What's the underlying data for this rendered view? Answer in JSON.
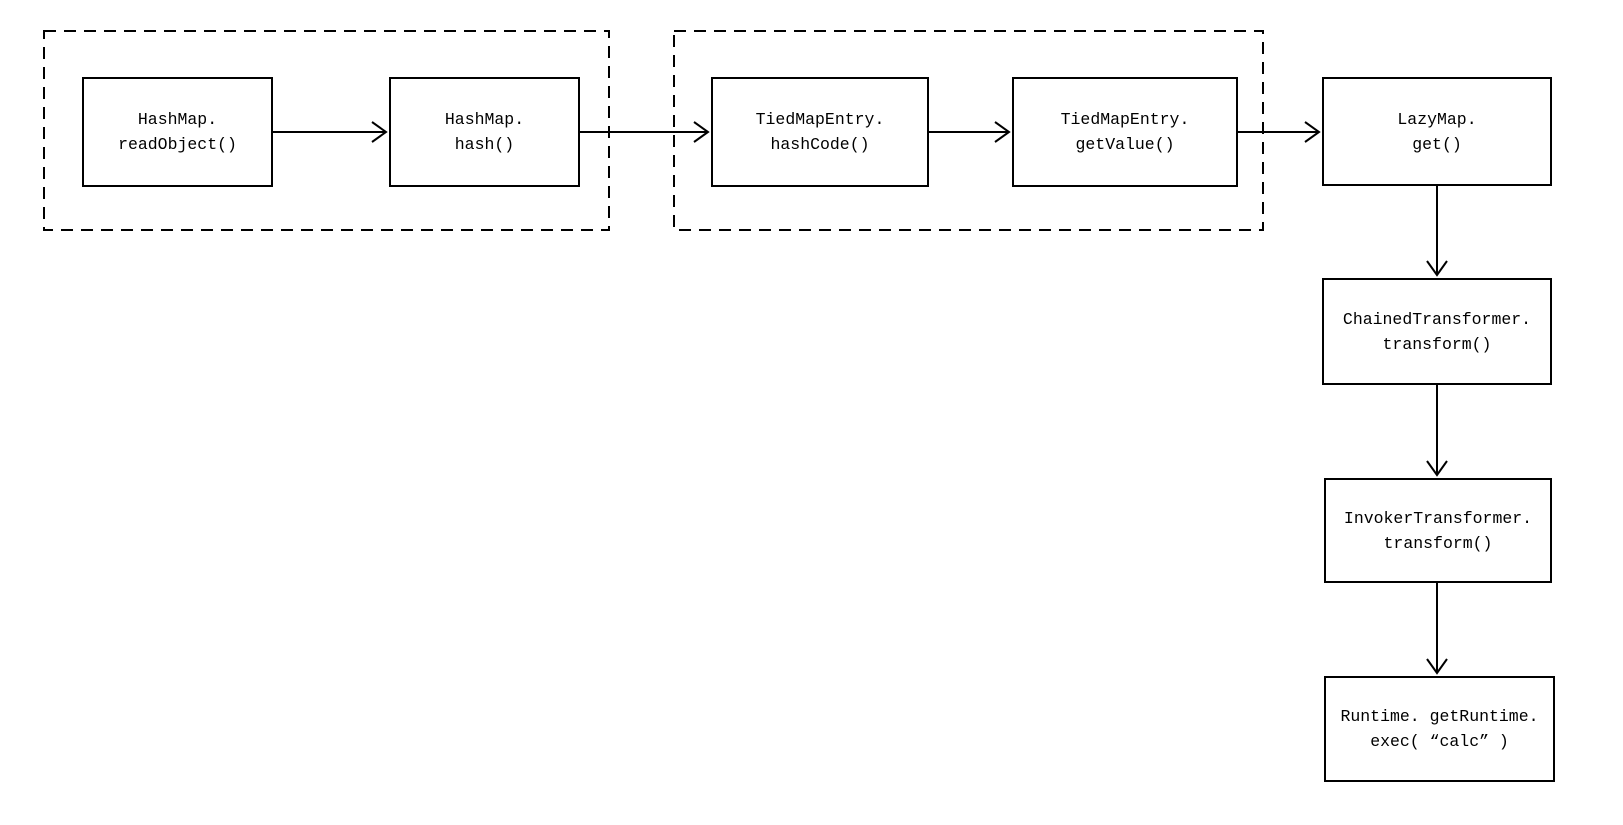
{
  "diagram": {
    "colors": {
      "background": "#ffffff",
      "node_border": "#000000",
      "group_border": "#000000",
      "text": "#000000",
      "arrow": "#000000"
    },
    "nodes": [
      {
        "id": "hashmap-readobject",
        "label": "HashMap.readObject()",
        "line1": "HashMap.",
        "line2": "readObject()"
      },
      {
        "id": "hashmap-hash",
        "label": "HashMap.hash()",
        "line1": "HashMap.",
        "line2": "hash()"
      },
      {
        "id": "tiedmapentry-hashcode",
        "label": "TiedMapEntry.hashCode()",
        "line1": "TiedMapEntry.",
        "line2": "hashCode()"
      },
      {
        "id": "tiedmapentry-getvalue",
        "label": "TiedMapEntry.getValue()",
        "line1": "TiedMapEntry.",
        "line2": "getValue()"
      },
      {
        "id": "lazymap-get",
        "label": "LazyMap.get()",
        "line1": "LazyMap.",
        "line2": "get()"
      },
      {
        "id": "chainedtransformer-transform",
        "label": "ChainedTransformer.transform()",
        "line1": "ChainedTransformer.",
        "line2": "transform()"
      },
      {
        "id": "invokertransformer-transform",
        "label": "InvokerTransformer.transform()",
        "line1": "InvokerTransformer.",
        "line2": "transform()"
      },
      {
        "id": "runtime-exec",
        "label": "Runtime.getRuntime.exec(“calc”)",
        "line1": "Runtime. getRuntime.",
        "line2": "exec( “calc” )"
      }
    ],
    "groups": [
      {
        "id": "group-1",
        "style": "dashed",
        "members": [
          "hashmap-readobject",
          "hashmap-hash"
        ]
      },
      {
        "id": "group-2",
        "style": "dashed",
        "members": [
          "tiedmapentry-hashcode",
          "tiedmapentry-getvalue"
        ]
      }
    ],
    "edges": [
      {
        "from": "hashmap-readobject",
        "to": "hashmap-hash"
      },
      {
        "from": "hashmap-hash",
        "to": "tiedmapentry-hashcode"
      },
      {
        "from": "tiedmapentry-hashcode",
        "to": "tiedmapentry-getvalue"
      },
      {
        "from": "tiedmapentry-getvalue",
        "to": "lazymap-get"
      },
      {
        "from": "lazymap-get",
        "to": "chainedtransformer-transform"
      },
      {
        "from": "chainedtransformer-transform",
        "to": "invokertransformer-transform"
      },
      {
        "from": "invokertransformer-transform",
        "to": "runtime-exec"
      }
    ]
  }
}
